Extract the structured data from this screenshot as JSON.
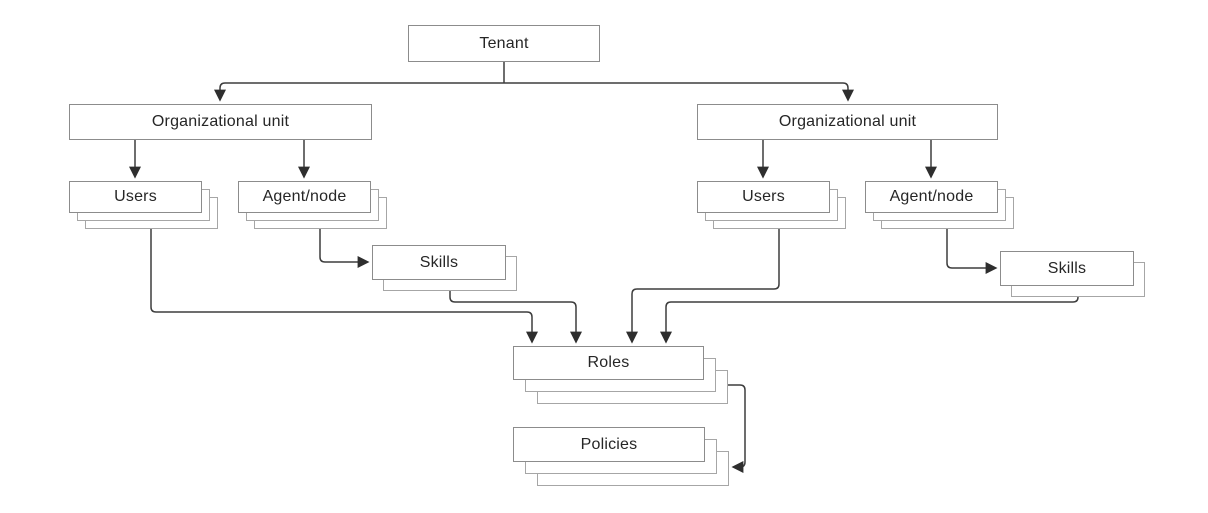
{
  "diagram": {
    "colors": {
      "background": "#ffffff",
      "box_fill": "#ffffff",
      "box_border_front": "#8c8c8c",
      "box_border_stack": "#a6a6a6",
      "connector_line": "#3d3d3d",
      "arrowhead": "#2e2e2e",
      "text": "#262626"
    },
    "nodes": {
      "tenant": {
        "label": "Tenant"
      },
      "ou_left": {
        "label": "Organizational unit"
      },
      "users_left": {
        "label": "Users"
      },
      "agent_left": {
        "label": "Agent/node"
      },
      "skills_left": {
        "label": "Skills"
      },
      "ou_right": {
        "label": "Organizational unit"
      },
      "users_right": {
        "label": "Users"
      },
      "agent_right": {
        "label": "Agent/node"
      },
      "skills_right": {
        "label": "Skills"
      },
      "roles": {
        "label": "Roles"
      },
      "policies": {
        "label": "Policies"
      }
    },
    "edges": [
      {
        "from": "tenant",
        "to": "ou_left"
      },
      {
        "from": "tenant",
        "to": "ou_right"
      },
      {
        "from": "ou_left",
        "to": "users_left"
      },
      {
        "from": "ou_left",
        "to": "agent_left"
      },
      {
        "from": "agent_left",
        "to": "skills_left"
      },
      {
        "from": "ou_right",
        "to": "users_right"
      },
      {
        "from": "ou_right",
        "to": "agent_right"
      },
      {
        "from": "agent_right",
        "to": "skills_right"
      },
      {
        "from": "users_left",
        "to": "roles"
      },
      {
        "from": "skills_left",
        "to": "roles"
      },
      {
        "from": "users_right",
        "to": "roles"
      },
      {
        "from": "skills_right",
        "to": "roles"
      },
      {
        "from": "roles",
        "to": "policies"
      }
    ]
  }
}
